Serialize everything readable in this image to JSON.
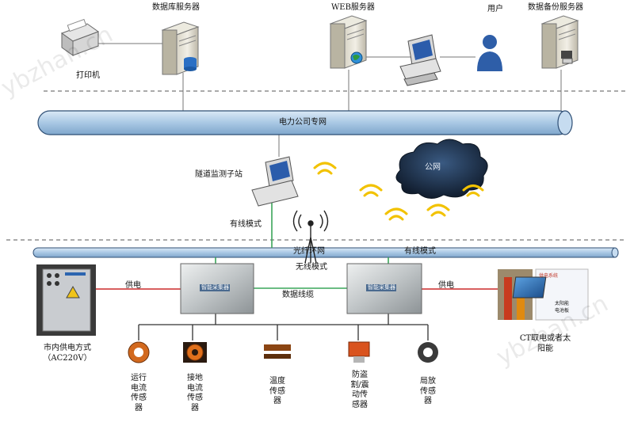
{
  "watermark": "ybzhan.cn",
  "top": {
    "db_server": "数据库服务器",
    "printer": "打印机",
    "web_server": "WEB服务器",
    "user": "用户",
    "backup_server": "数据备份服务器"
  },
  "network": {
    "power_private": "电力公司专网",
    "public": "公网",
    "fiber_ring": "光纤环网",
    "wired_mode_bus": "有线模式",
    "substation": "隧道监测子站",
    "wired_mode": "有线模式",
    "wireless_mode": "无线模式",
    "data_cable": "数据线缆"
  },
  "collector": {
    "label": "智能采集器"
  },
  "power": {
    "supply_left": "供电",
    "supply_right": "供电",
    "mains_label": "市内供电方式\n（AC220V）",
    "ct_solar_label": "CT取电或者太\n阳能",
    "solar_panel_text": "供电系统",
    "solar_line1": "太阳能",
    "solar_line2": "电池板"
  },
  "sensors": [
    {
      "name": "运行\n电流\n传感\n器",
      "color": "#d2691e"
    },
    {
      "name": "接地\n电流\n传感\n器",
      "color": "#e0701c"
    },
    {
      "name": "温度\n传感\n器",
      "color": "#8b4513"
    },
    {
      "name": "防盗\n割/震\n动传\n感器",
      "color": "#d9531e"
    },
    {
      "name": "局放\n传感\n器",
      "color": "#3a3a3a"
    }
  ],
  "colors": {
    "pipe": "#a9c8e4",
    "pipe_edge": "#2f4f75",
    "green_line": "#3aa55a",
    "red_line": "#cc2a2a",
    "cloud": "#1f3350",
    "wifi": "#f2c200"
  }
}
